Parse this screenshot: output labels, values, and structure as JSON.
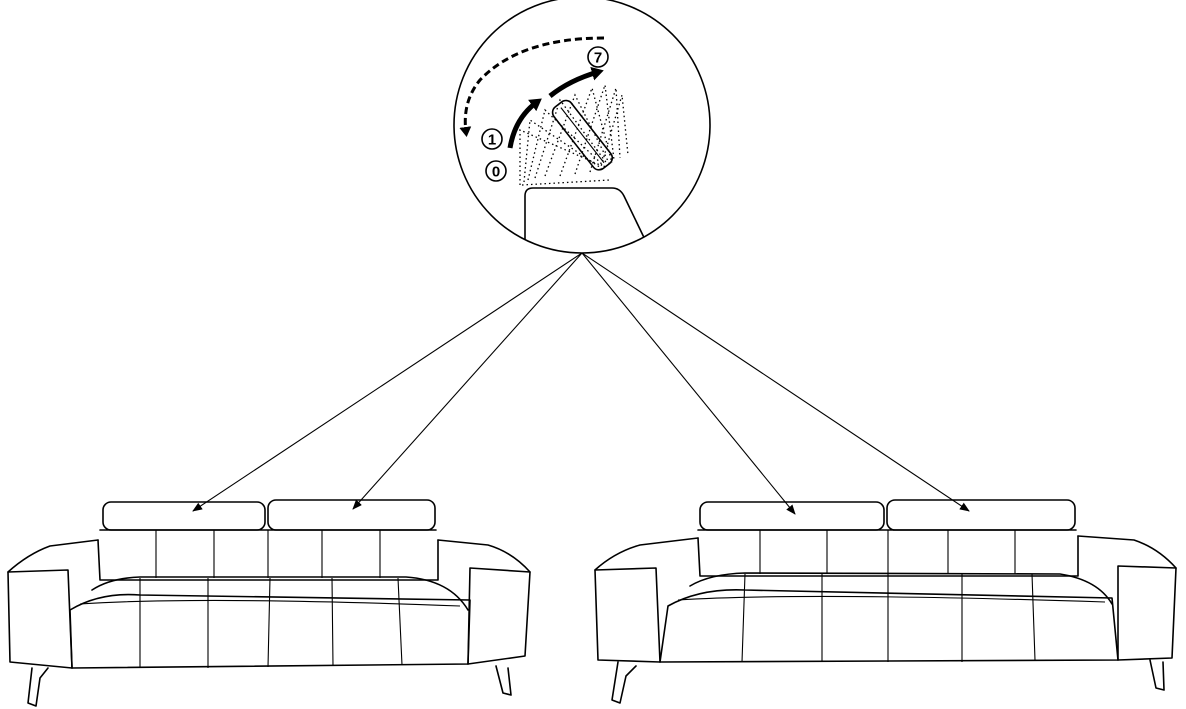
{
  "diagram": {
    "positions": [
      {
        "id": "pos-0",
        "label": "0"
      },
      {
        "id": "pos-1",
        "label": "1"
      },
      {
        "id": "pos-7",
        "label": "7"
      }
    ],
    "sofas": [
      {
        "id": "sofa-left",
        "headrests": 2
      },
      {
        "id": "sofa-right",
        "headrests": 2
      }
    ]
  }
}
